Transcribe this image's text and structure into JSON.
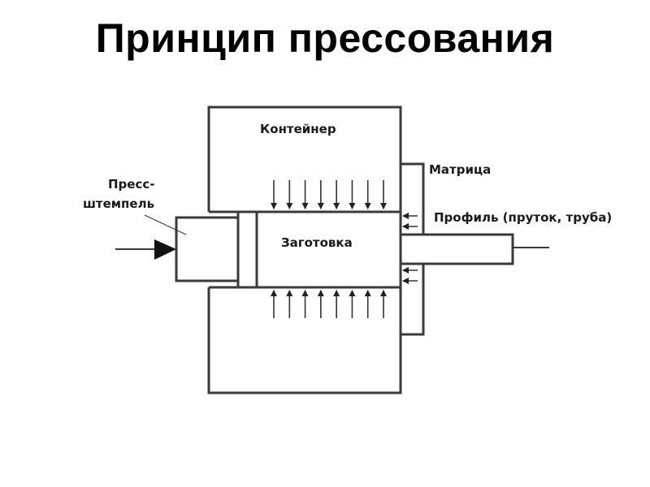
{
  "title": "Принцип прессования",
  "diagram": {
    "labels": {
      "container": "Контейнер",
      "die": "Матрица",
      "profile": "Профиль (пруток, труба)",
      "punch_line1": "Пресс-",
      "punch_line2": "штемпель",
      "billet": "Заготовка"
    },
    "pressure_arrows": {
      "top_count": 8,
      "bottom_count": 8,
      "die_upper_count": 2,
      "die_lower_count": 2
    },
    "colors": {
      "stroke": "#3a3a3a",
      "text": "#1a1a1a",
      "arrow": "#222222"
    }
  }
}
